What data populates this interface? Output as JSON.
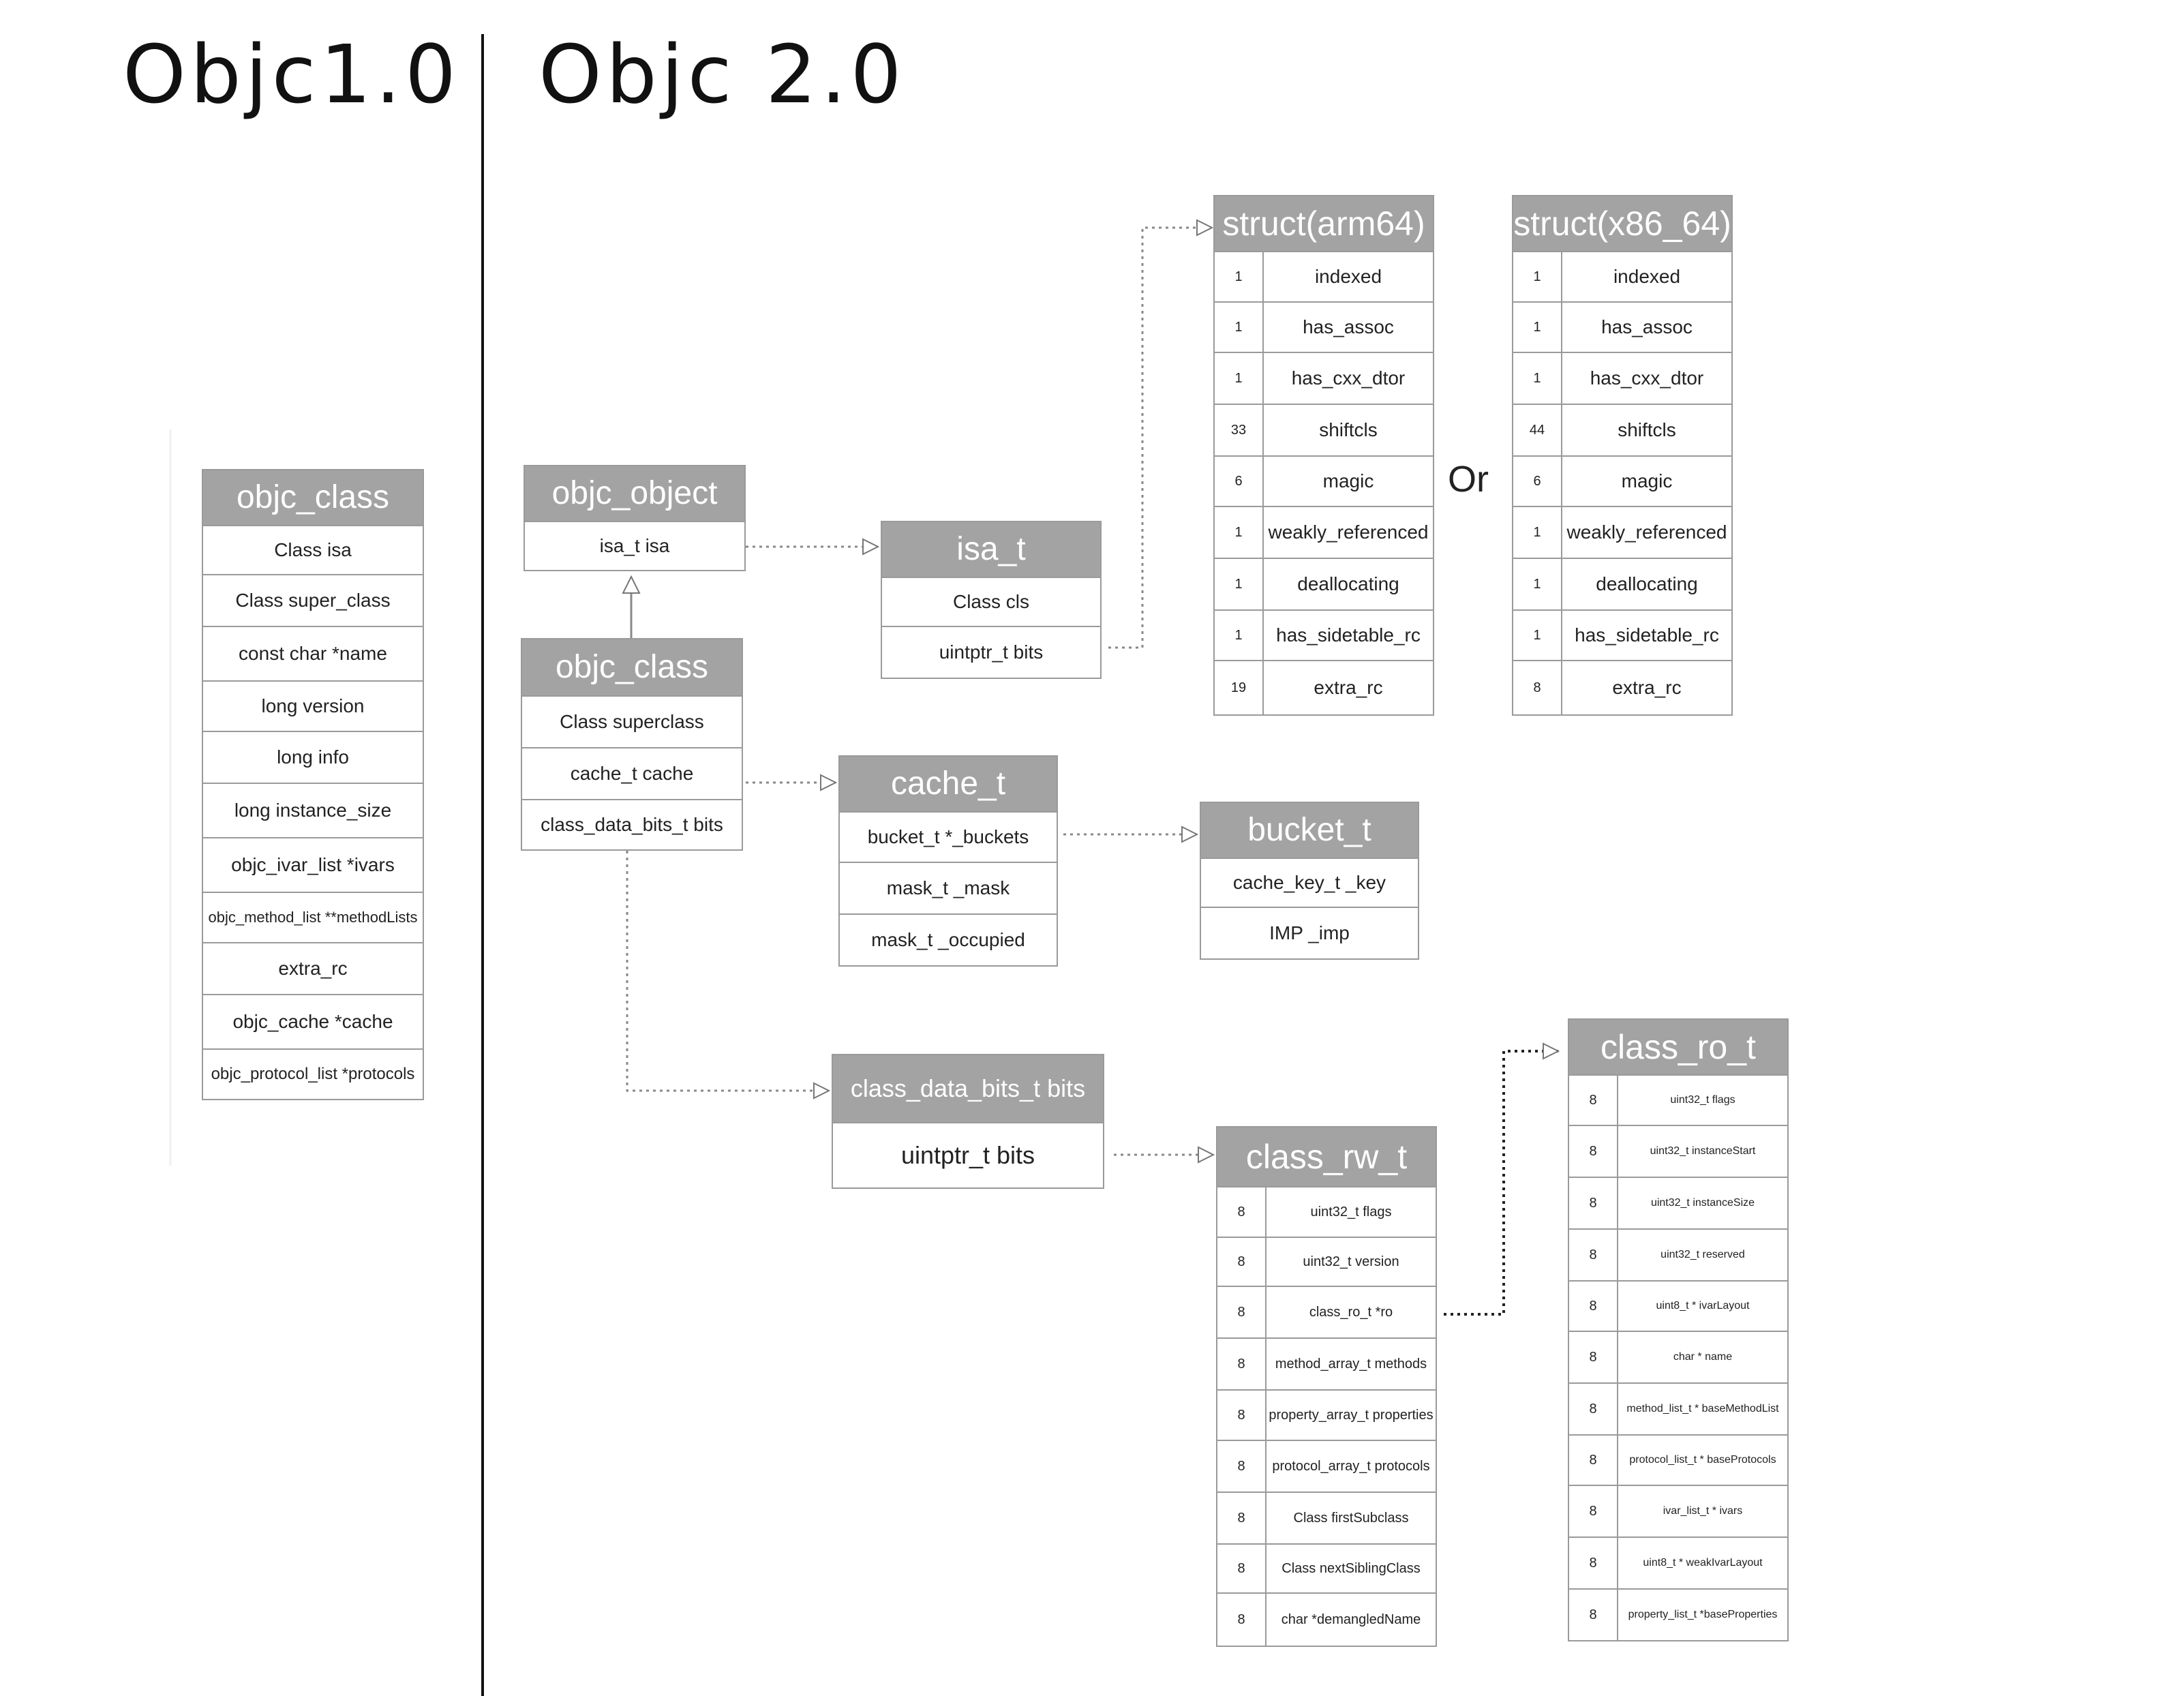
{
  "titles": {
    "left": "Objc1.0",
    "right": "Objc 2.0"
  },
  "or_label": "Or",
  "objc1_class": {
    "title": "objc_class",
    "rows": [
      "Class isa",
      "Class super_class",
      "const char *name",
      "long version",
      "long info",
      "long instance_size",
      "objc_ivar_list *ivars",
      "objc_method_list **methodLists",
      "extra_rc",
      "objc_cache *cache",
      "objc_protocol_list *protocols"
    ]
  },
  "objc_object": {
    "title": "objc_object",
    "rows": [
      "isa_t isa"
    ]
  },
  "objc_class2": {
    "title": "objc_class",
    "rows": [
      "Class superclass",
      "cache_t cache",
      "class_data_bits_t bits"
    ]
  },
  "isa_t": {
    "title": "isa_t",
    "rows": [
      "Class cls",
      "uintptr_t bits"
    ]
  },
  "cache_t": {
    "title": "cache_t",
    "rows": [
      "bucket_t *_buckets",
      "mask_t _mask",
      "mask_t _occupied"
    ]
  },
  "bucket_t": {
    "title": "bucket_t",
    "rows": [
      "cache_key_t _key",
      "IMP _imp"
    ]
  },
  "class_data_bits_t": {
    "title": "class_data_bits_t bits",
    "rows": [
      "uintptr_t bits"
    ]
  },
  "struct_arm64": {
    "title": "struct(arm64)",
    "rows": [
      {
        "bits": "1",
        "field": "indexed"
      },
      {
        "bits": "1",
        "field": "has_assoc"
      },
      {
        "bits": "1",
        "field": "has_cxx_dtor"
      },
      {
        "bits": "33",
        "field": "shiftcls"
      },
      {
        "bits": "6",
        "field": "magic"
      },
      {
        "bits": "1",
        "field": "weakly_referenced"
      },
      {
        "bits": "1",
        "field": "deallocating"
      },
      {
        "bits": "1",
        "field": "has_sidetable_rc"
      },
      {
        "bits": "19",
        "field": "extra_rc"
      }
    ]
  },
  "struct_x86": {
    "title": "struct(x86_64)",
    "rows": [
      {
        "bits": "1",
        "field": "indexed"
      },
      {
        "bits": "1",
        "field": "has_assoc"
      },
      {
        "bits": "1",
        "field": "has_cxx_dtor"
      },
      {
        "bits": "44",
        "field": "shiftcls"
      },
      {
        "bits": "6",
        "field": "magic"
      },
      {
        "bits": "1",
        "field": "weakly_referenced"
      },
      {
        "bits": "1",
        "field": "deallocating"
      },
      {
        "bits": "1",
        "field": "has_sidetable_rc"
      },
      {
        "bits": "8",
        "field": "extra_rc"
      }
    ]
  },
  "class_rw_t": {
    "title": "class_rw_t",
    "rows": [
      {
        "bits": "8",
        "field": "uint32_t flags"
      },
      {
        "bits": "8",
        "field": "uint32_t version"
      },
      {
        "bits": "8",
        "field": "class_ro_t *ro"
      },
      {
        "bits": "8",
        "field": "method_array_t methods"
      },
      {
        "bits": "8",
        "field": "property_array_t properties"
      },
      {
        "bits": "8",
        "field": "protocol_array_t protocols"
      },
      {
        "bits": "8",
        "field": "Class firstSubclass"
      },
      {
        "bits": "8",
        "field": "Class nextSiblingClass"
      },
      {
        "bits": "8",
        "field": "char *demangledName"
      }
    ]
  },
  "class_ro_t": {
    "title": "class_ro_t",
    "rows": [
      {
        "bits": "8",
        "field": "uint32_t flags"
      },
      {
        "bits": "8",
        "field": "uint32_t instanceStart"
      },
      {
        "bits": "8",
        "field": "uint32_t instanceSize"
      },
      {
        "bits": "8",
        "field": "uint32_t reserved"
      },
      {
        "bits": "8",
        "field": "uint8_t * ivarLayout"
      },
      {
        "bits": "8",
        "field": "char * name"
      },
      {
        "bits": "8",
        "field": "method_list_t * baseMethodList"
      },
      {
        "bits": "8",
        "field": "protocol_list_t * baseProtocols"
      },
      {
        "bits": "8",
        "field": "ivar_list_t * ivars"
      },
      {
        "bits": "8",
        "field": "uint8_t * weakIvarLayout"
      },
      {
        "bits": "8",
        "field": "property_list_t *baseProperties"
      }
    ]
  }
}
